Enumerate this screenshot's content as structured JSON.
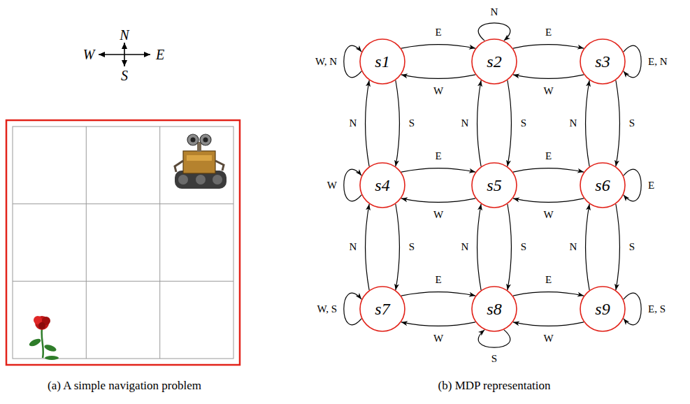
{
  "diagram": {
    "nodes": [
      {
        "text": [
          "s1"
        ]
      },
      {
        "text": [
          "s2"
        ]
      },
      {
        "text": [
          "s3"
        ]
      },
      {
        "text": [
          "s4"
        ]
      },
      {
        "text": [
          "s5"
        ]
      },
      {
        "text": [
          "s6"
        ]
      },
      {
        "text": [
          "s7"
        ]
      },
      {
        "text": [
          "s8"
        ]
      },
      {
        "text": [
          "s9"
        ]
      }
    ],
    "edges": [
      {
        "from": 0,
        "to": 0,
        "label": "W, N",
        "arrow": "to"
      },
      {
        "from": 1,
        "to": 1,
        "label": "N",
        "arrow": "to"
      },
      {
        "from": 2,
        "to": 2,
        "label": "E, N",
        "arrow": "to"
      },
      {
        "from": 3,
        "to": 3,
        "label": "W",
        "arrow": "to"
      },
      {
        "from": 5,
        "to": 5,
        "label": "E",
        "arrow": "to"
      },
      {
        "from": 6,
        "to": 6,
        "label": "W, S",
        "arrow": "to"
      },
      {
        "from": 7,
        "to": 7,
        "label": "S",
        "arrow": "to"
      },
      {
        "from": 8,
        "to": 8,
        "label": "E, S",
        "arrow": "to"
      },
      {
        "from": 0,
        "to": 1,
        "label": "E",
        "arrow": "to"
      },
      {
        "from": 1,
        "to": 0,
        "label": "W",
        "arrow": "to"
      },
      {
        "from": 1,
        "to": 2,
        "label": "E",
        "arrow": "to"
      },
      {
        "from": 2,
        "to": 1,
        "label": "W",
        "arrow": "to"
      },
      {
        "from": 3,
        "to": 4,
        "label": "E",
        "arrow": "to"
      },
      {
        "from": 4,
        "to": 3,
        "label": "W",
        "arrow": "to"
      },
      {
        "from": 4,
        "to": 5,
        "label": "E",
        "arrow": "to"
      },
      {
        "from": 5,
        "to": 4,
        "label": "W",
        "arrow": "to"
      },
      {
        "from": 6,
        "to": 7,
        "label": "E",
        "arrow": "to"
      },
      {
        "from": 7,
        "to": 6,
        "label": "W",
        "arrow": "to"
      },
      {
        "from": 7,
        "to": 8,
        "label": "E",
        "arrow": "to"
      },
      {
        "from": 8,
        "to": 7,
        "label": "W",
        "arrow": "to"
      },
      {
        "from": 0,
        "to": 3,
        "label": "S",
        "arrow": "to"
      },
      {
        "from": 3,
        "to": 0,
        "label": "N",
        "arrow": "to"
      },
      {
        "from": 1,
        "to": 4,
        "label": "S",
        "arrow": "to"
      },
      {
        "from": 4,
        "to": 1,
        "label": "N",
        "arrow": "to"
      },
      {
        "from": 2,
        "to": 5,
        "label": "S",
        "arrow": "to"
      },
      {
        "from": 5,
        "to": 2,
        "label": "N",
        "arrow": "to"
      },
      {
        "from": 3,
        "to": 6,
        "label": "S",
        "arrow": "to"
      },
      {
        "from": 6,
        "to": 3,
        "label": "N",
        "arrow": "to"
      },
      {
        "from": 4,
        "to": 7,
        "label": "S",
        "arrow": "to"
      },
      {
        "from": 7,
        "to": 4,
        "label": "N",
        "arrow": "to"
      },
      {
        "from": 5,
        "to": 8,
        "label": "S",
        "arrow": "to"
      },
      {
        "from": 8,
        "to": 5,
        "label": "N",
        "arrow": "to"
      }
    ],
    "labels": [
      "N",
      "W",
      "E",
      "S",
      "(a) A simple navigation problem",
      "(b) MDP representation"
    ]
  }
}
